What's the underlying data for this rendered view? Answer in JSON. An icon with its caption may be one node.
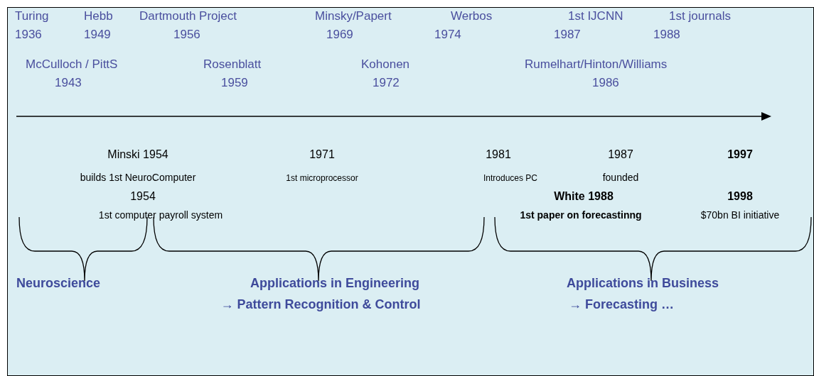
{
  "diagram": {
    "labels": [
      "Turing",
      "Hebb",
      "Dartmouth Project",
      "Minsky/Papert",
      "Werbos",
      "1st IJCNN",
      "1st journals",
      "1936",
      "1949",
      "1956",
      "1969",
      "1974",
      "1987",
      "1988",
      "McCulloch / PittS",
      "Rosenblatt",
      "Kohonen",
      "Rumelhart/Hinton/Williams",
      "1943",
      "1959",
      "1972",
      "1986",
      "Minski 1954",
      "1971",
      "1981",
      "1987",
      "1997",
      "builds 1st NeuroComputer",
      "1st microprocessor",
      "Introduces PC",
      "founded",
      "1954",
      "White 1988",
      "1998",
      "1st computer payroll system",
      "1st paper on forecastinng",
      "$70bn BI initiative",
      "Neuroscience",
      "Applications in Engineering",
      "Applications in Business",
      "→ Pattern Recognition & Control",
      "→ Forecasting …"
    ]
  }
}
